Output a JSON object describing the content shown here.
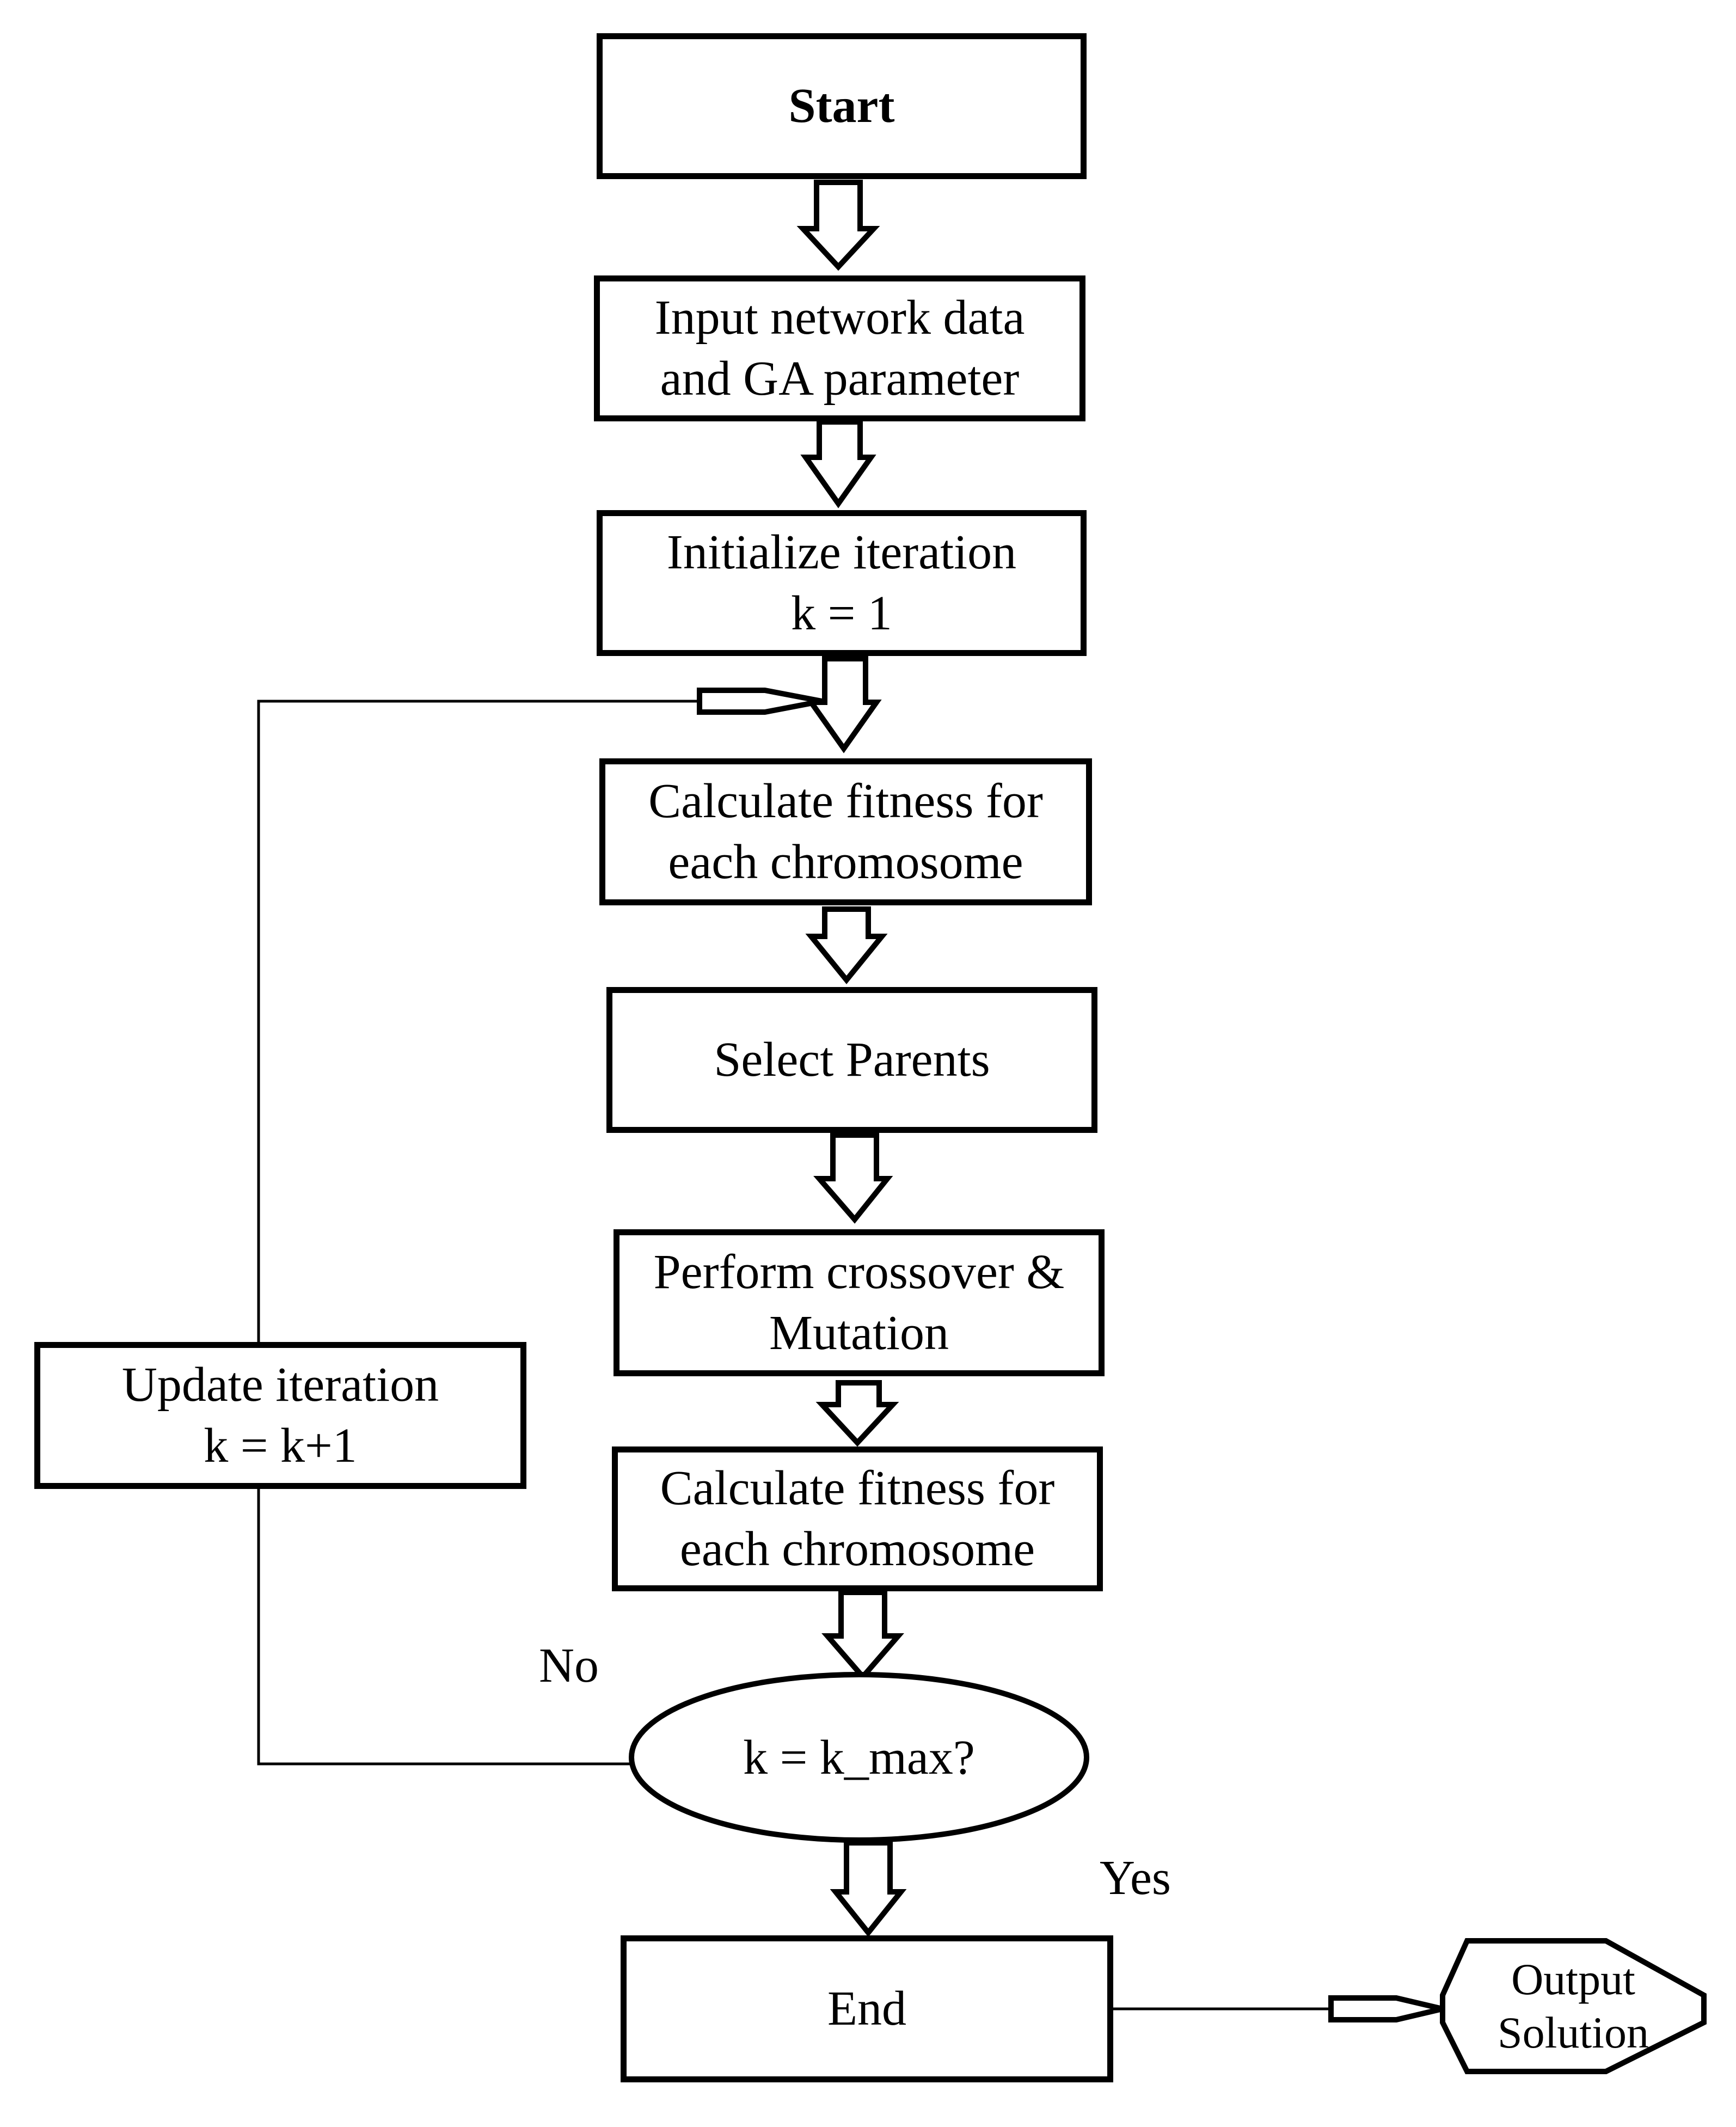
{
  "nodes": {
    "start": {
      "lines": [
        "Start"
      ]
    },
    "input": {
      "lines": [
        "Input network data",
        "and GA parameter"
      ]
    },
    "init": {
      "lines": [
        "Initialize iteration",
        "k = 1"
      ]
    },
    "fitness1": {
      "lines": [
        "Calculate fitness for",
        "each chromosome"
      ]
    },
    "select": {
      "lines": [
        "Select Parents"
      ]
    },
    "crossover": {
      "lines": [
        "Perform crossover &",
        "Mutation"
      ]
    },
    "fitness2": {
      "lines": [
        "Calculate fitness for",
        "each chromosome"
      ]
    },
    "decision": {
      "lines": [
        "k = k_max?"
      ]
    },
    "update": {
      "lines": [
        "Update iteration",
        "k = k+1"
      ]
    },
    "end": {
      "lines": [
        "End"
      ]
    },
    "output": {
      "lines": [
        "Output",
        "Solution"
      ]
    }
  },
  "edge_labels": {
    "no": "No",
    "yes": "Yes"
  }
}
